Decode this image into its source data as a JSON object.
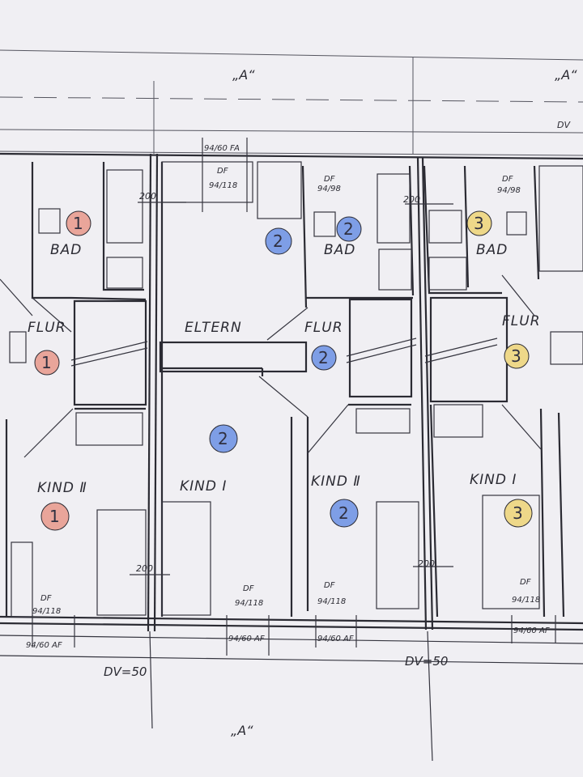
{
  "section_marks": {
    "top": "„A“",
    "top_right": "„A“",
    "bottom": "„A“"
  },
  "dv_labels": {
    "top_right": "DV",
    "bottom_left": "DV=50",
    "bottom_right": "DV=50"
  },
  "rooms": {
    "bad_1": "BAD",
    "bad_2": "BAD",
    "bad_3": "BAD",
    "flur_1": "FLUR",
    "flur_2": "FLUR",
    "flur_3": "FLUR",
    "eltern": "ELTERN",
    "kind_ii_1": "KIND Ⅱ",
    "kind_i_2": "KIND I",
    "kind_ii_2": "KIND Ⅱ",
    "kind_i_3": "KIND I"
  },
  "window_labels": {
    "top_94_60": "94/60 FA",
    "df_a": "DF",
    "df_a_size": "94/118",
    "df_b": "DF",
    "df_b_size": "94/98",
    "df_c": "DF",
    "df_c_size": "94/98"
  },
  "bottom_windows": {
    "df1": "DF",
    "df1_size": "94/118",
    "af1": "94/60 AF",
    "df2": "DF",
    "df2_size": "94/118",
    "af2": "94/60 AF",
    "df3": "DF",
    "df3_size": "94/118",
    "af3": "94/60 AF",
    "df4": "DF",
    "df4_size": "94/118",
    "af4": "94/60 AF"
  },
  "dimensions": {
    "d200_a": "200",
    "d200_b": "200",
    "d200_c": "200",
    "d200_d": "200"
  },
  "unit_markers": {
    "m_bad1": "1",
    "m_flur1": "1",
    "m_kind1": "1",
    "m_eltern": "2",
    "m_bad2": "2",
    "m_flur2": "2",
    "m_kind_i2": "2",
    "m_kind_ii2": "2",
    "m_bad3": "3",
    "m_flur3": "3",
    "m_kind3": "3"
  },
  "colors": {
    "unit_1": "#e9a59a",
    "unit_2": "#7e9ee6",
    "unit_3": "#eed889",
    "ink": "#2b2b33",
    "paper": "#f0eff3"
  }
}
